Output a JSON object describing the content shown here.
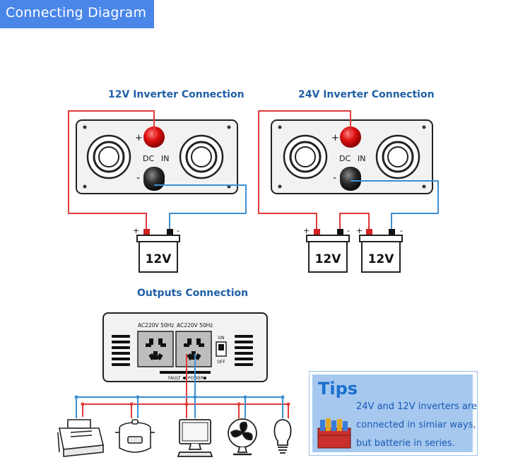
{
  "header": {
    "banner_title": "Connecting Diagram"
  },
  "sections": {
    "inverter_12v_title": "12V Inverter Connection",
    "inverter_24v_title": "24V Inverter Connection",
    "outputs_title": "Outputs Connection"
  },
  "inverter_labels": {
    "dc": "DC",
    "in": "IN",
    "plus": "+",
    "minus": "-"
  },
  "battery_12v": {
    "label": "12V",
    "plus": "+",
    "minus": "-"
  },
  "battery_24v_a": {
    "label": "12V",
    "plus": "+",
    "minus": "-"
  },
  "battery_24v_b": {
    "label": "12V",
    "plus": "+",
    "minus": "-"
  },
  "outputs_panel": {
    "socket_1_label": "AC220V 50Hz",
    "socket_2_label": "AC220V 50Hz",
    "switch_on": "ON",
    "switch_off": "OFF",
    "fault_label": "FAULT",
    "power_label": "POWER"
  },
  "tips": {
    "heading": "Tips",
    "line_1": "24V and 12V inverters are",
    "line_2": "connected in simiar ways,",
    "line_3": "but batterie in series."
  },
  "colors": {
    "positive_wire": "#e03a3a",
    "negative_wire": "#3d8fd1",
    "title": "#1f5fa8",
    "banner": "#4a86e8"
  },
  "devices": [
    "printer-icon",
    "rice-cooker-icon",
    "computer-icon",
    "fan-icon",
    "light-bulb-icon"
  ]
}
